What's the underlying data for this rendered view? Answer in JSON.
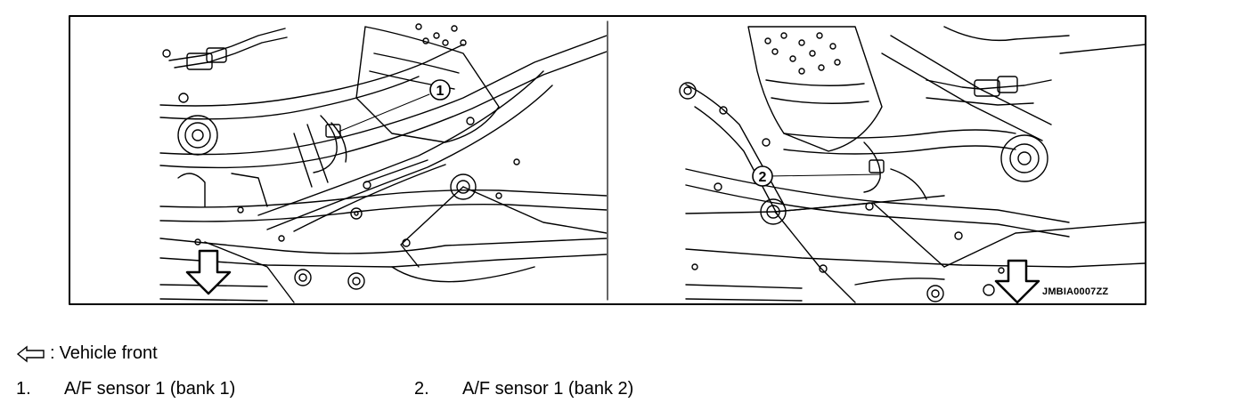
{
  "figure": {
    "reference_code": "JMBIA0007ZZ",
    "callouts": [
      "1",
      "2"
    ]
  },
  "legend": {
    "arrow_icon": "outline-left-arrow-icon",
    "separator": ":",
    "label": "Vehicle front"
  },
  "items": [
    {
      "number": "1.",
      "label": "A/F sensor 1 (bank 1)"
    },
    {
      "number": "2.",
      "label": "A/F sensor 1 (bank 2)"
    }
  ]
}
